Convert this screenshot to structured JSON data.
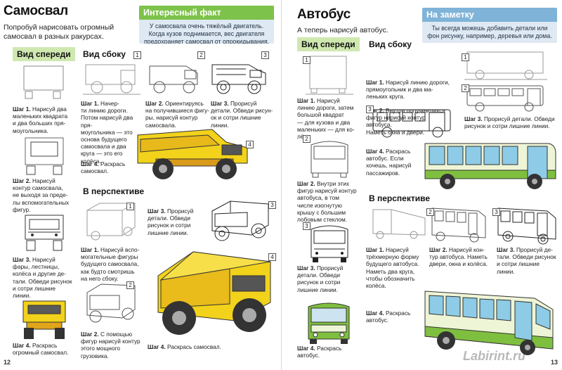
{
  "left": {
    "title": "Самосвал",
    "intro": [
      "Попробуй нарисовать огромный",
      "самосвал в разных ракурсах."
    ],
    "fact": {
      "heading": "Интересный факт",
      "lines": [
        "У самосвала очень тяжёлый двигатель.",
        "Когда кузов поднимается, вес двигателя",
        "предохраняет самосвал от опрокидывания."
      ]
    },
    "tabs": {
      "front": "Вид спереди",
      "side": "Вид сбоку",
      "perspective": "В перспективе"
    },
    "front_steps": [
      {
        "label": "Шаг 1.",
        "lines": [
          "Нарисуй два",
          "маленьких квадрата",
          "и два больших пря-",
          "моугольника."
        ]
      },
      {
        "label": "Шаг 2.",
        "lines": [
          "Нарисуй",
          "контур самосвала,",
          "не выходя за преде-",
          "лы вспомогательных",
          "фигур."
        ]
      },
      {
        "label": "Шаг 3.",
        "lines": [
          "Нарисуй",
          "фары, лестницы,",
          "колёса и другие де-",
          "тали. Обведи рисунок",
          "и сотри лишние",
          "линии."
        ]
      },
      {
        "label": "Шаг 4.",
        "lines": [
          "Раскрась",
          "огромный самосвал."
        ]
      }
    ],
    "side_steps": [
      {
        "label": "Шаг 1.",
        "lines": [
          "Начер-",
          "ти линию дороги.",
          "Потом нарисуй два пря-",
          "моугольника — это",
          "основа будущего",
          "самосвала и два",
          "круга — это его",
          "колёса."
        ]
      },
      {
        "label": "Шаг 2.",
        "lines": [
          "Ориентируясь",
          "на получившиеся фигу-",
          "ры, нарисуй контур",
          "самосвала."
        ]
      },
      {
        "label": "Шаг 3.",
        "lines": [
          "Прорисуй",
          "детали. Обведи рисун-",
          "ок и сотри лишние",
          "линии."
        ]
      },
      {
        "label": "Шаг 4.",
        "lines": [
          "Раскрась",
          "самосвал."
        ]
      }
    ],
    "persp_steps": [
      {
        "label": "Шаг 1.",
        "lines": [
          "Нарисуй вспо-",
          "могательные фигуры",
          "будущего самосвала,",
          "как будто смотришь",
          "на него сбоку."
        ]
      },
      {
        "label": "Шаг 2.",
        "lines": [
          "С помощью",
          "фигур нарисуй контур",
          "этого мощного",
          "грузовика."
        ]
      },
      {
        "label": "Шаг 3.",
        "lines": [
          "Прорисуй",
          "детали. Обведи",
          "рисунок и сотри",
          "лишние линии."
        ]
      },
      {
        "label": "Шаг 4.",
        "lines": [
          "Раскрась самосвал."
        ]
      }
    ],
    "page_number": "12"
  },
  "right": {
    "title": "Автобус",
    "intro": [
      "А теперь нарисуй автобус."
    ],
    "note": {
      "heading": "На заметку",
      "lines": [
        "Ты всегда можешь добавить детали или",
        "фон рисунку, например, деревья или дома."
      ]
    },
    "tabs": {
      "front": "Вид спереди",
      "side": "Вид сбоку",
      "perspective": "В перспективе"
    },
    "front_steps": [
      {
        "label": "Шаг 1.",
        "lines": [
          "Нарисуй",
          "линию дороги, затем",
          "большой квадрат",
          "— для кузова и два",
          "маленьких — для ко-",
          "лёс."
        ]
      },
      {
        "label": "Шаг 2.",
        "lines": [
          "Внутри этих",
          "фигур нарисуй контур",
          "автобуса, в том",
          "числе изогнутую",
          "крышу с большим",
          "лобовым стеклом."
        ]
      },
      {
        "label": "Шаг 3.",
        "lines": [
          "Прорисуй",
          "детали. Обведи",
          "рисунок и сотри",
          "лишние линии."
        ]
      },
      {
        "label": "Шаг 4.",
        "lines": [
          "Раскрась",
          "автобус."
        ]
      }
    ],
    "side_steps": [
      {
        "label": "Шаг 1.",
        "lines": [
          "Нарисуй линию дороги,",
          "прямоугольник и два ма-",
          "леньких круга."
        ]
      },
      {
        "label": "Шаг 2.",
        "lines": [
          "Внутри получившихся",
          "фигур нарисуй контур автобуса.",
          "Наметь окна и двери."
        ]
      },
      {
        "label": "Шаг 3.",
        "lines": [
          "Прорисуй детали. Обведи",
          "рисунок и сотри лишние линии."
        ]
      },
      {
        "label": "Шаг 4.",
        "lines": [
          "Раскрась",
          "автобус. Если",
          "хочешь, нарисуй",
          "пассажиров."
        ]
      }
    ],
    "persp_steps": [
      {
        "label": "Шаг 1.",
        "lines": [
          "Нарисуй",
          "трёхмерную форму",
          "будущего автобуса.",
          "Наметь два круга,",
          "чтобы обозначить",
          "колёса."
        ]
      },
      {
        "label": "Шаг 2.",
        "lines": [
          "Нарисуй кон-",
          "тур автобуса. Наметь",
          "двери, окна и колёса."
        ]
      },
      {
        "label": "Шаг 3.",
        "lines": [
          "Прорисуй де-",
          "тали. Обведи рисунок",
          "и сотри лишние",
          "линии."
        ]
      },
      {
        "label": "Шаг 4.",
        "lines": [
          "Раскрась",
          "автобус."
        ]
      }
    ],
    "page_number": "13",
    "watermark": "Labirint.ru"
  },
  "step_numbers": [
    "1",
    "2",
    "3",
    "4"
  ],
  "colors": {
    "tab_green": "#cfe8b0",
    "fact_head": "#7dc24a",
    "fact_body": "#dfe9f3",
    "truck_yellow": "#f2d21b",
    "bus_green": "#7fbf3f",
    "bus_light": "#eef5d6"
  },
  "icons": [
    "dump-truck-sketch",
    "dump-truck-color",
    "bus-sketch",
    "bus-color"
  ]
}
